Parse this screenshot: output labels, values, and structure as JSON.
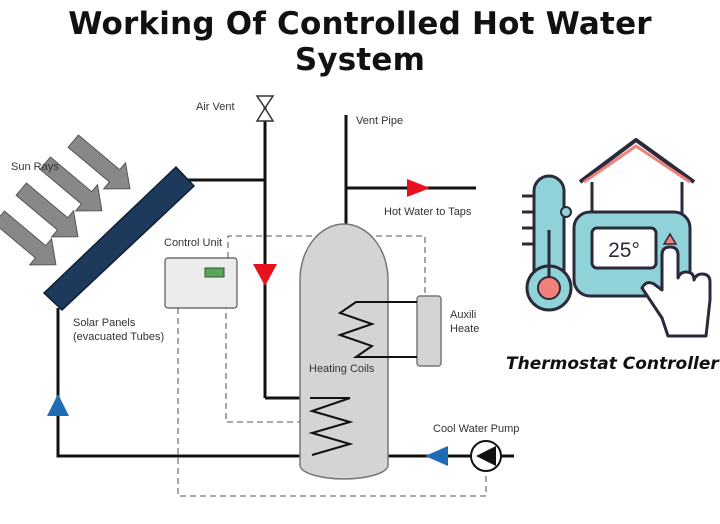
{
  "title": "Working Of Controlled Hot Water System",
  "labels": {
    "air_vent": "Air Vent",
    "vent_pipe": "Vent Pipe",
    "sun_rays": "Sun Rays",
    "hot_water_to_taps": "Hot Water to Taps",
    "control_unit": "Control Unit",
    "solar_panels_1": "Solar Panels",
    "solar_panels_2": "(evacuated Tubes)",
    "auxiliary_1": "Auxili",
    "auxiliary_2": "Heate",
    "heating_coils": "Heating Coils",
    "cool_water_pump": "Cool Water Pump"
  },
  "thermostat": {
    "display": "25°",
    "caption": "Thermostat Controller"
  },
  "colors": {
    "panel": "#1d3a5c",
    "arrow_blue": "#1f6bb5",
    "arrow_red": "#e8121e",
    "tank": "#d4d4d4",
    "thermo_teal": "#8fd3d9",
    "thermo_red": "#f0807a",
    "outline": "#2a2a3a"
  }
}
